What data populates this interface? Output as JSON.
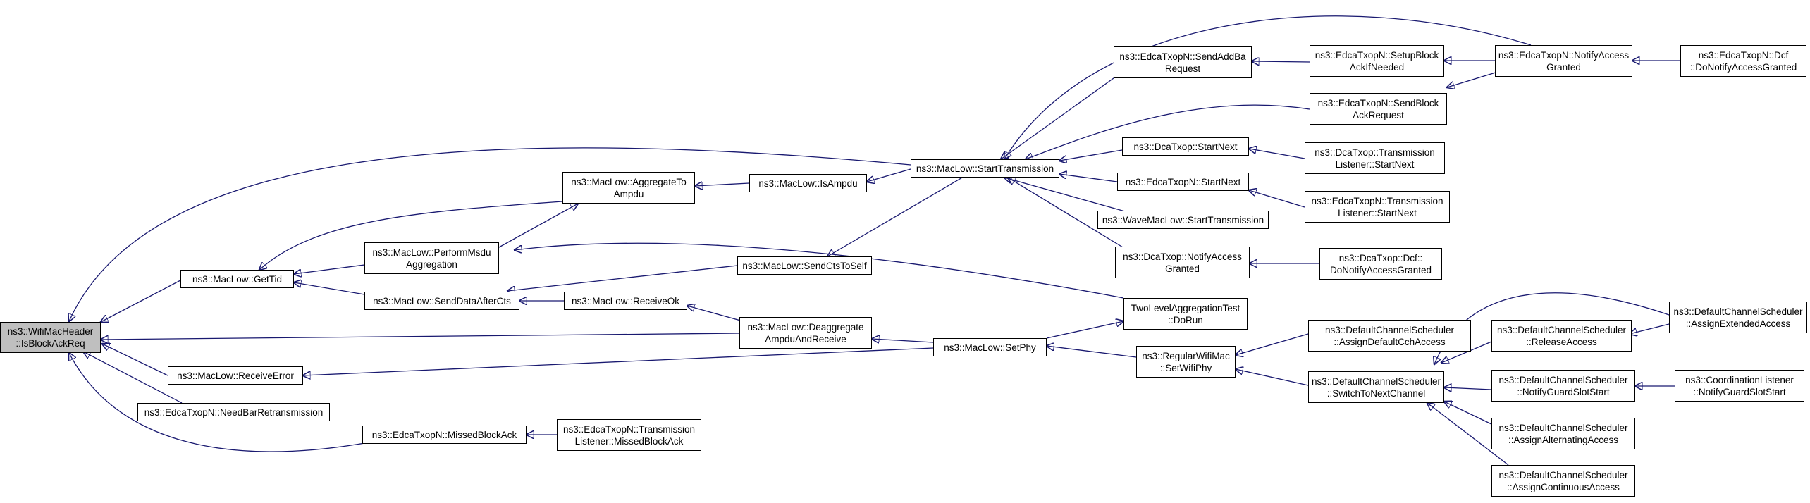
{
  "diagram": {
    "type": "call-graph",
    "colors": {
      "edge": "#191970",
      "node_border": "#000000",
      "root_fill": "#bfbfbf",
      "node_fill": "#ffffff"
    },
    "nodes": {
      "isBlockAckReq": "ns3::WifiMacHeader\n::IsBlockAckReq",
      "getTid": "ns3::MacLow::GetTid",
      "receiveError": "ns3::MacLow::ReceiveError",
      "needBarRetransmission": "ns3::EdcaTxopN::NeedBarRetransmission",
      "aggregateToAmpdu": "ns3::MacLow::AggregateTo\nAmpdu",
      "performMsduAggregation": "ns3::MacLow::PerformMsdu\nAggregation",
      "sendDataAfterCts": "ns3::MacLow::SendDataAfterCts",
      "missedBlockAck": "ns3::EdcaTxopN::MissedBlockAck",
      "isAmpdu": "ns3::MacLow::IsAmpdu",
      "sendCtsToSelf": "ns3::MacLow::SendCtsToSelf",
      "receiveOk": "ns3::MacLow::ReceiveOk",
      "deaggregateAmpduAndReceive": "ns3::MacLow::Deaggregate\nAmpduAndReceive",
      "txListenerMissedBlockAck": "ns3::EdcaTxopN::Transmission\nListener::MissedBlockAck",
      "startTransmission": "ns3::MacLow::StartTransmission",
      "setPhy": "ns3::MacLow::SetPhy",
      "sendAddBaRequest": "ns3::EdcaTxopN::SendAddBa\nRequest",
      "dcaStartNext": "ns3::DcaTxop::StartNext",
      "edcaStartNext": "ns3::EdcaTxopN::StartNext",
      "waveStartTransmission": "ns3::WaveMacLow::StartTransmission",
      "dcaNotifyAccessGranted": "ns3::DcaTxop::NotifyAccess\nGranted",
      "twoLevelDoRun": "TwoLevelAggregationTest\n::DoRun",
      "regularSetWifiPhy": "ns3::RegularWifiMac\n::SetWifiPhy",
      "setupBlockAckIfNeeded": "ns3::EdcaTxopN::SetupBlock\nAckIfNeeded",
      "sendBlockAckRequest": "ns3::EdcaTxopN::SendBlock\nAckRequest",
      "dcaTxListenerStartNext": "ns3::DcaTxop::Transmission\nListener::StartNext",
      "edcaTxListenerStartNext": "ns3::EdcaTxopN::Transmission\nListener::StartNext",
      "dcaDcfDoNotifyAccessGranted": "ns3::DcaTxop::Dcf::\nDoNotifyAccessGranted",
      "assignDefaultCchAccess": "ns3::DefaultChannelScheduler\n::AssignDefaultCchAccess",
      "switchToNextChannel": "ns3::DefaultChannelScheduler\n::SwitchToNextChannel",
      "edcaNotifyAccessGranted": "ns3::EdcaTxopN::NotifyAccess\nGranted",
      "releaseAccess": "ns3::DefaultChannelScheduler\n::ReleaseAccess",
      "notifyGuardSlotStart": "ns3::DefaultChannelScheduler\n::NotifyGuardSlotStart",
      "assignAlternatingAccess": "ns3::DefaultChannelScheduler\n::AssignAlternatingAccess",
      "assignContinuousAccess": "ns3::DefaultChannelScheduler\n::AssignContinuousAccess",
      "edcaDcfDoNotifyAccessGranted": "ns3::EdcaTxopN::Dcf\n::DoNotifyAccessGranted",
      "assignExtendedAccess": "ns3::DefaultChannelScheduler\n::AssignExtendedAccess",
      "coordListenerNotifyGuardSlotStart": "ns3::CoordinationListener\n::NotifyGuardSlotStart"
    }
  }
}
